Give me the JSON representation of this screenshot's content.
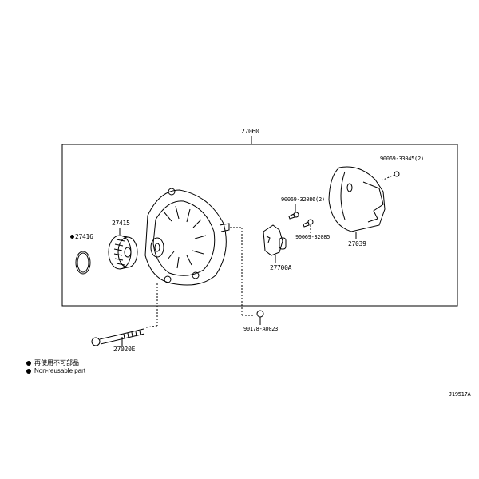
{
  "diagram": {
    "assembly_label": "27060",
    "parts": {
      "bolt_cover": "90069-33045(2)",
      "bolt_a": "90069-32086(2)",
      "bolt_b": "90069-32085",
      "rear_cover": "27039",
      "regulator": "27700A",
      "nut": "90178-A0023",
      "through_bolt": "27020E",
      "pulley": "27415",
      "ring": "27416"
    },
    "ring_nonreusable": true,
    "legend": {
      "japanese": "再使用不可部品",
      "english": "Non-reusable part"
    },
    "figure_code": "J19517A"
  }
}
